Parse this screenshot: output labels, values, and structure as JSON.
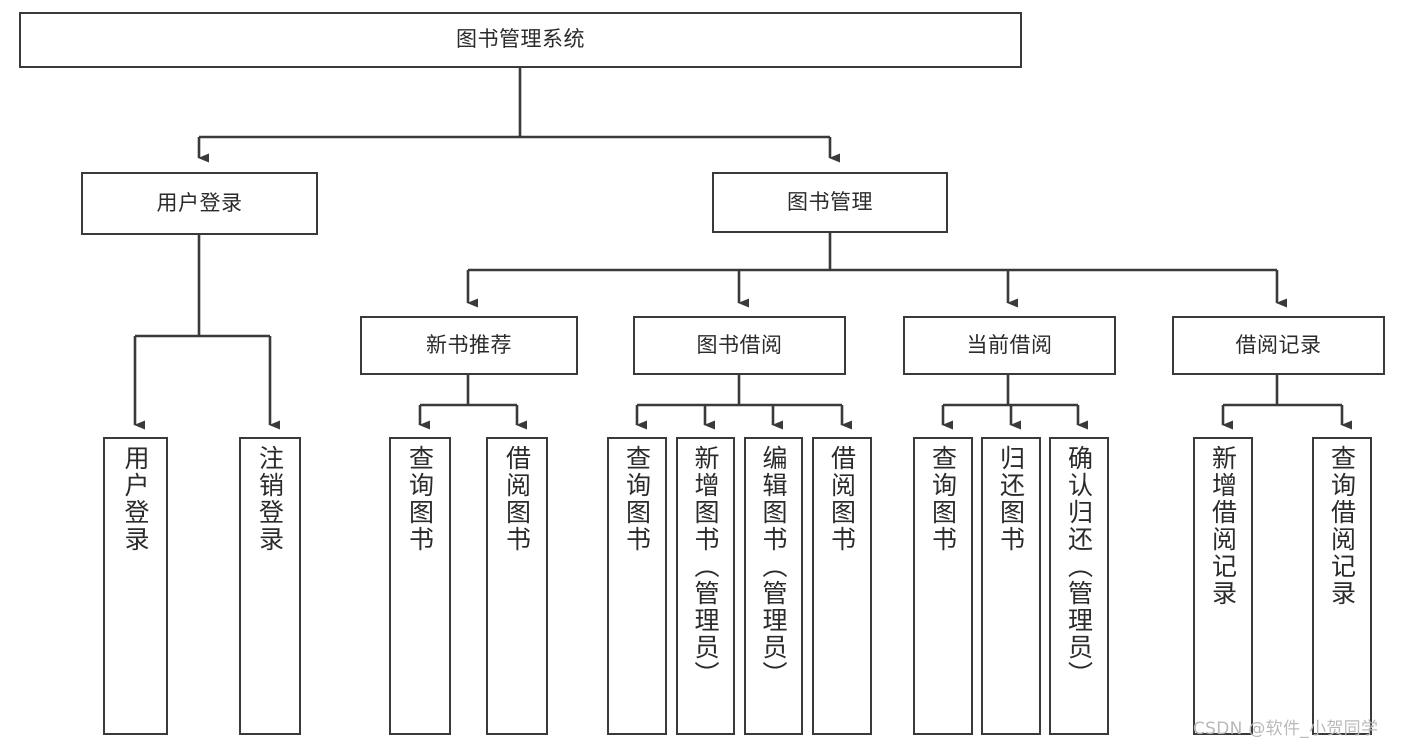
{
  "diagram": {
    "type": "tree-hierarchy-chart",
    "title": "图书管理系统",
    "stroke_color": "#3a3a3a",
    "text_color": "#2b2b2b",
    "background_color": "#ffffff",
    "root": {
      "label": "图书管理系统"
    },
    "level2": [
      {
        "label": "用户登录"
      },
      {
        "label": "图书管理"
      }
    ],
    "level3": [
      {
        "label": "新书推荐"
      },
      {
        "label": "图书借阅"
      },
      {
        "label": "当前借阅"
      },
      {
        "label": "借阅记录"
      }
    ],
    "leaves": {
      "user_login": [
        {
          "label": "用户登录"
        },
        {
          "label": "注销登录"
        }
      ],
      "new_book_recommend": [
        {
          "label": "查询图书"
        },
        {
          "label": "借阅图书"
        }
      ],
      "book_borrow": [
        {
          "label": "查询图书"
        },
        {
          "label": "新增图书（管理员）"
        },
        {
          "label": "编辑图书（管理员）"
        },
        {
          "label": "借阅图书"
        }
      ],
      "current_borrow": [
        {
          "label": "查询图书"
        },
        {
          "label": "归还图书"
        },
        {
          "label": "确认归还（管理员）"
        }
      ],
      "borrow_records": [
        {
          "label": "新增借阅记录"
        },
        {
          "label": "查询借阅记录"
        }
      ]
    },
    "watermark": "CSDN @软件_小贺同学"
  }
}
